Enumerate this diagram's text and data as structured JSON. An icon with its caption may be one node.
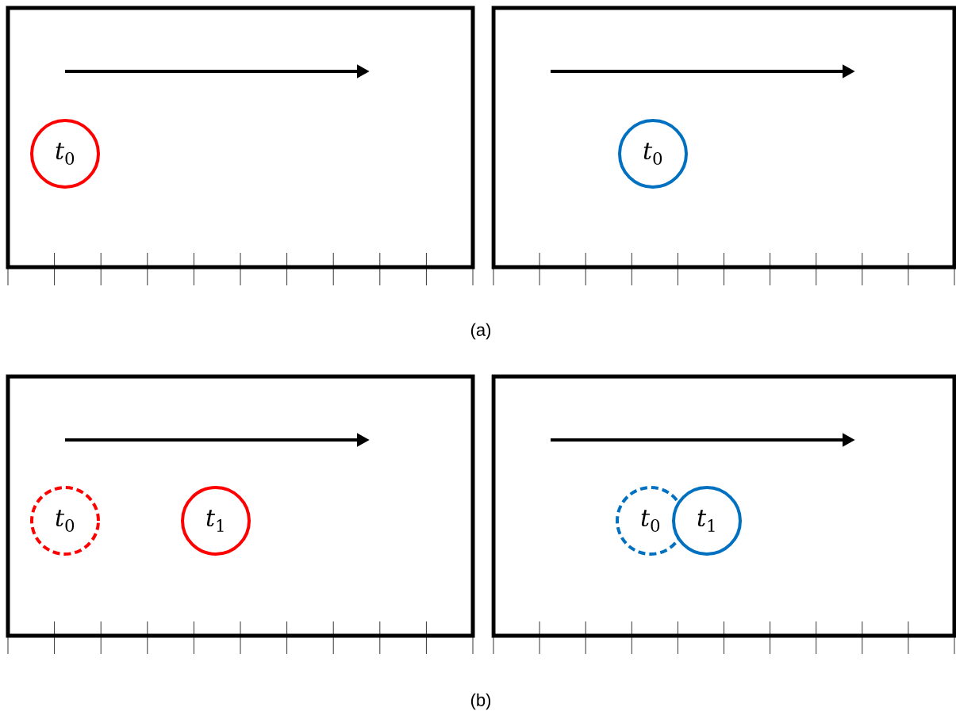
{
  "diagram": {
    "nodes": [
      {
        "text": [],
        "shape": "box"
      },
      {
        "text": [
          "*t*$_{0}$"
        ],
        "in": 0
      },
      {
        "text": [],
        "shape": "box"
      },
      {
        "text": [
          "*t*$_{0}$"
        ],
        "in": 2
      },
      {
        "text": [],
        "shape": "box"
      },
      {
        "text": [
          "*t*$_{0}$"
        ],
        "in": 4
      },
      {
        "text": [
          "*t*$_{1}$"
        ],
        "in": 4
      },
      {
        "text": [],
        "shape": "box"
      },
      {
        "text": [
          "*t*$_{0}$"
        ],
        "in": 7
      },
      {
        "text": [
          "*t*$_{1}$"
        ],
        "in": 7
      }
    ],
    "labels": [
      "(a)",
      "(b)"
    ]
  }
}
